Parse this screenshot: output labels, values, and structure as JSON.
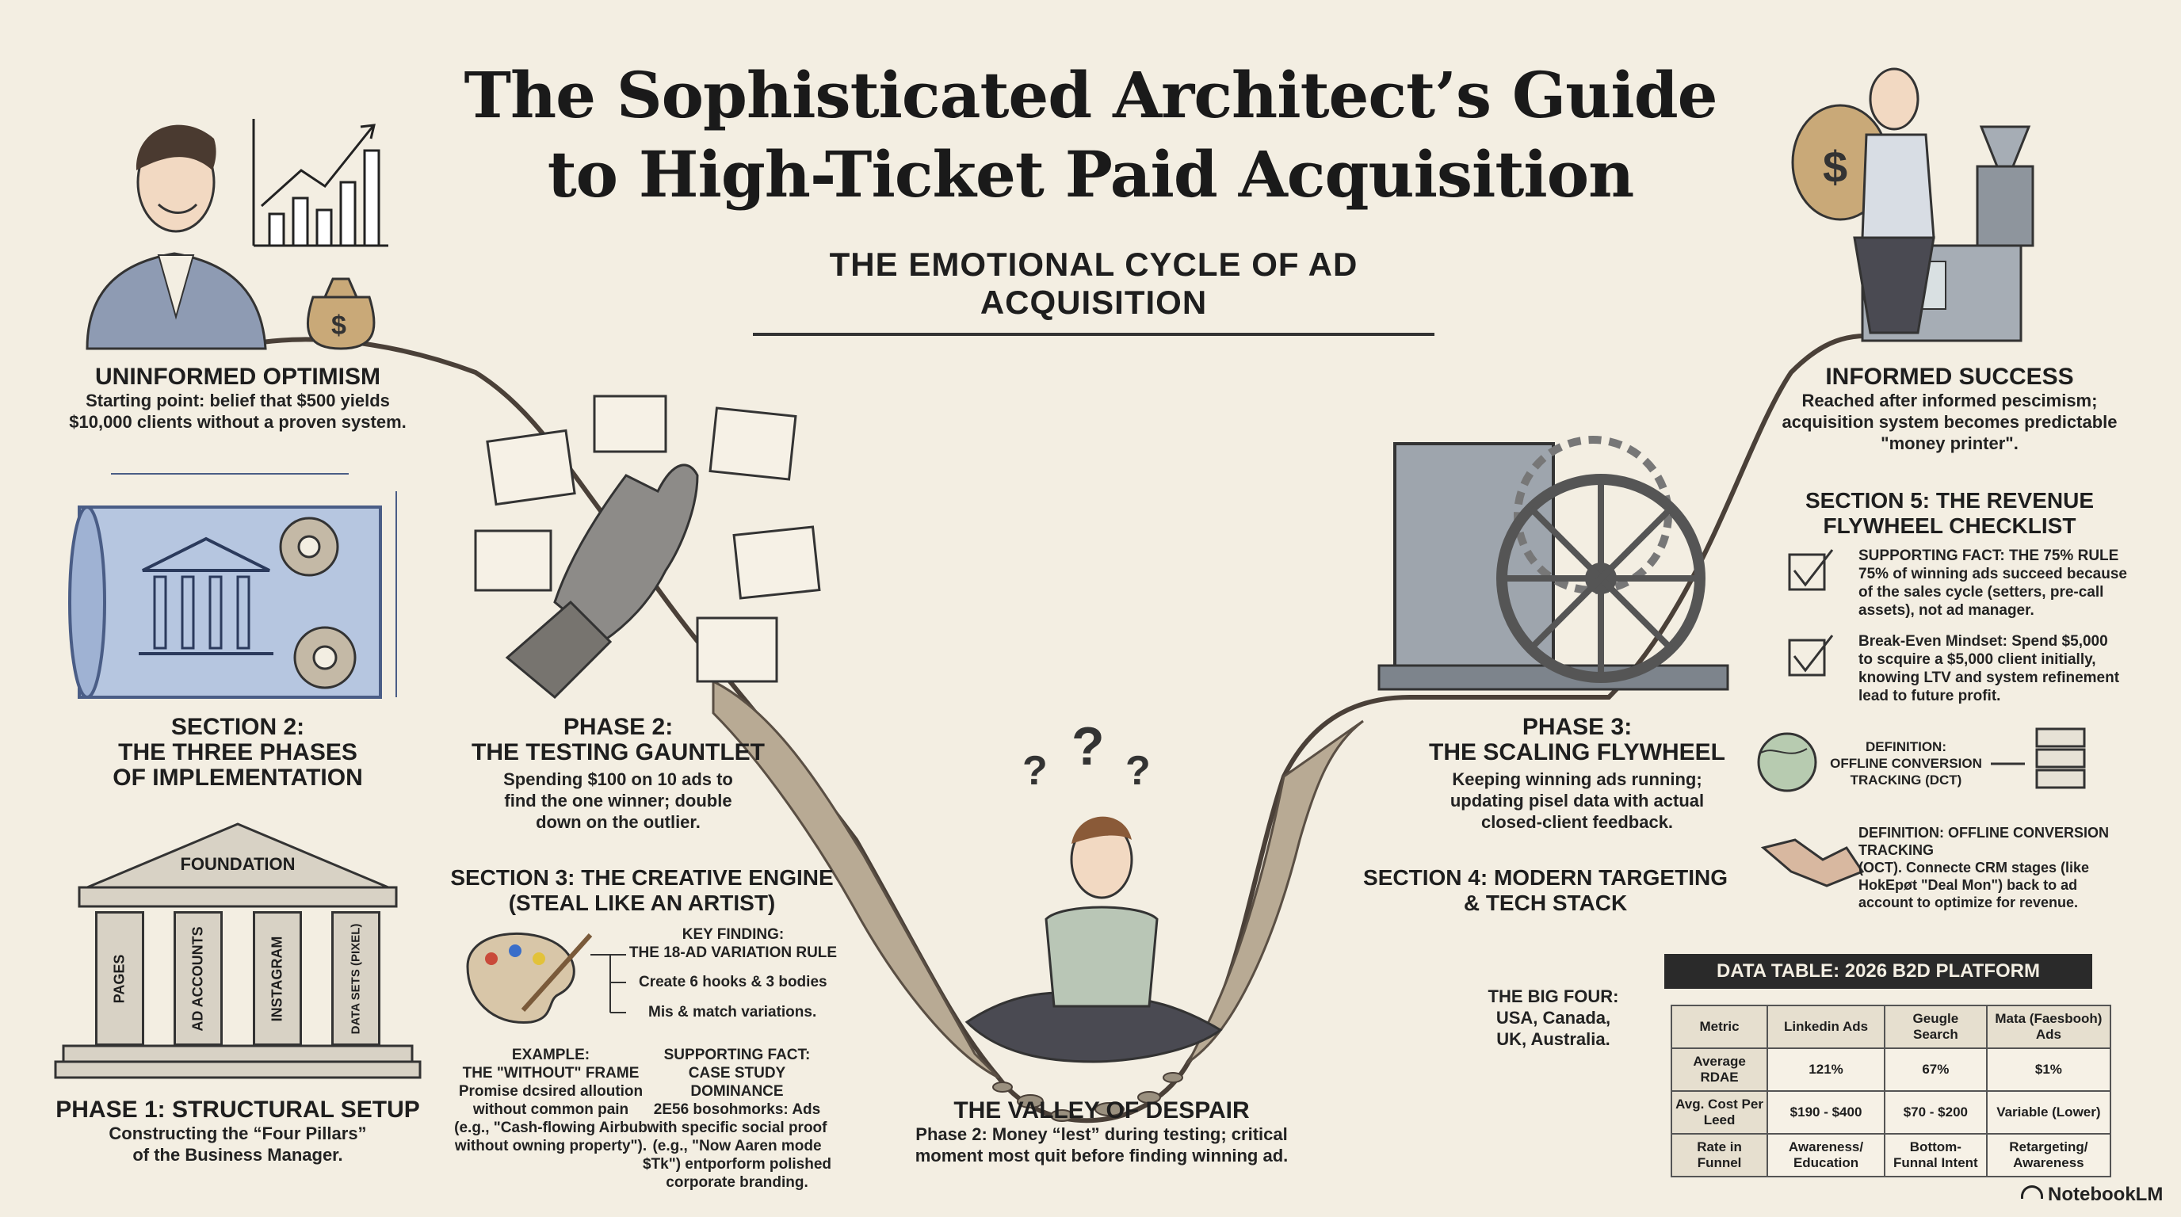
{
  "title": {
    "line1": "The Sophisticated Architect’s Guide",
    "line2": "to High-Ticket Paid Acquisition",
    "subtitle": "THE EMOTIONAL CYCLE OF AD ACQUISITION"
  },
  "stages": {
    "uninformed_optimism": {
      "title": "UNINFORMED OPTIMISM",
      "line1": "Starting point: belief that $500 yields",
      "line2": "$10,000 clients without a proven system."
    },
    "testing_gauntlet": {
      "title1": "PHASE 2:",
      "title2": "THE TESTING GAUNTLET",
      "line1": "Spending $100 on 10 ads to",
      "line2": "find the one winner; double",
      "line3": "down on the outlier."
    },
    "valley": {
      "title": "THE VALLEY OF DESPAIR",
      "line1": "Phase 2: Money “lest” during testing; critical",
      "line2": "moment most quit before finding winning ad."
    },
    "scaling_flywheel": {
      "title1": "PHASE 3:",
      "title2": "THE SCALING FLYWHEEL",
      "line1": "Keeping winning ads running;",
      "line2": "updating pisel data with actual",
      "line3": "closed-client feedback."
    },
    "informed_success": {
      "title": "INFORMED SUCCESS",
      "line1": "Reached after informed pescimism;",
      "line2": "acquisition system becomes predictable",
      "line3": "\"money printer\"."
    }
  },
  "section2": {
    "line1": "SECTION 2:",
    "line2": "THE THREE PHASES",
    "line3": "OF IMPLEMENTATION"
  },
  "phase1": {
    "pediment": "FOUNDATION",
    "pillars": [
      "PAGES",
      "AD ACCOUNTS",
      "INSTAGRAM",
      "DATA SETS (PIXEL)"
    ],
    "title": "PHASE 1: STRUCTURAL SETUP",
    "line1": "Constructing the “Four Pillars”",
    "line2": "of the Business Manager."
  },
  "section3": {
    "title1": "SECTION 3: THE CREATIVE ENGINE",
    "title2": "(STEAL LIKE AN ARTIST)",
    "key_finding1": "KEY FINDING:",
    "key_finding2": "THE 18-AD VARIATION RULE",
    "bullet1": "Create 6 hooks & 3 bodies",
    "bullet2": "Mis & match variations.",
    "example": {
      "l1": "EXAMPLE:",
      "l2": "THE \"WITHOUT\" FRAME",
      "l3": "Promise dcsired alloution",
      "l4": "without common pain",
      "l5": "(e.g., \"Cash-flowing Airbub",
      "l6": "without owning property\")."
    },
    "support": {
      "l1": "SUPPORTING FACT:",
      "l2": "CASE STUDY DOMINANCE",
      "l3": "2E56 bosohmorks: Ads",
      "l4": "with specific social proof",
      "l5": "(e.g., \"Now Aaren mode",
      "l6": "$Tk\") entporform polished",
      "l7": "corporate branding."
    }
  },
  "section4": {
    "title1": "SECTION 4: MODERN TARGETING",
    "title2": "& TECH STACK",
    "big_four1": "THE BIG FOUR:",
    "big_four2": "USA, Canada,",
    "big_four3": "UK, Australia."
  },
  "section5": {
    "title1": "SECTION 5: THE REVENUE",
    "title2": "FLYWHEEL CHECKLIST",
    "item1": {
      "l1": "SUPPORTING FACT: THE 75% RULE",
      "l2": "75% of winning ads succeed because",
      "l3": "of the sales cycle (setters, pre-call",
      "l4": "assets), not ad manager."
    },
    "item2": {
      "l1": "Break-Even Mindset: Spend $5,000",
      "l2": "to scquire a $5,000 client initially,",
      "l3": "knowing LTV and system refinement",
      "l4": "lead to future profit."
    },
    "def1": {
      "l1": "DEFINITION:",
      "l2": "OFFLINE CONVERSION",
      "l3": "TRACKING (DCT)"
    },
    "def2": {
      "l1": "DEFINITION: OFFLINE CONVERSION TRACKING",
      "l2": "(OCT). Connecte CRM stages (like",
      "l3": "HokEpøt \"Deal Mon\") back to ad",
      "l4": "account to optimize for revenue."
    }
  },
  "table": {
    "title": "DATA TABLE: 2026 B2D PLATFORM BENCHMARKS",
    "headers": [
      "Metric",
      "Linkedin Ads",
      "Geugle Search",
      "Mata (Faesbooh) Ads"
    ],
    "rows": [
      [
        "Average RDAE",
        "121%",
        "67%",
        "$1%"
      ],
      [
        "Avg. Cost Per Leed",
        "$190 - $400",
        "$70 - $200",
        "Variable (Lower)"
      ],
      [
        "Rate in Funnel",
        "Awareness/ Education",
        "Bottom-Funnal Intent",
        "Retargeting/ Awareness"
      ]
    ]
  },
  "brand": "NotebookLM",
  "colors": {
    "paper": "#f3eee2",
    "ink": "#1e1e1e",
    "blueprint": "#aebfdc",
    "stone": "#8a8377"
  }
}
